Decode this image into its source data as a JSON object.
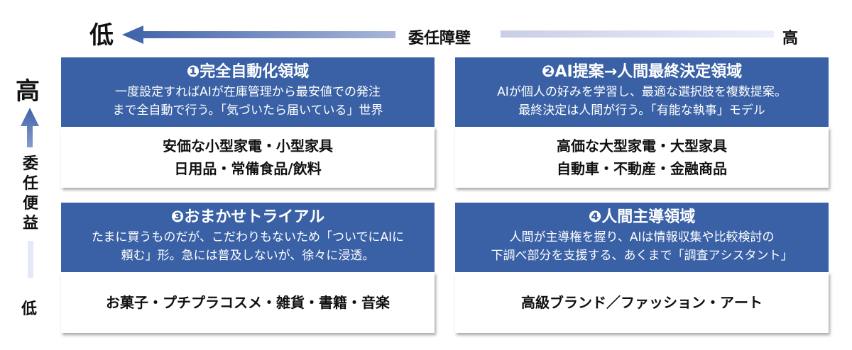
{
  "top_axis": {
    "low": "低",
    "title": "委任障壁",
    "high": "高"
  },
  "left_axis": {
    "high": "高",
    "title": [
      "委",
      "任",
      "便",
      "益"
    ],
    "low": "低"
  },
  "quadrants": [
    {
      "title": "❶完全自動化領域",
      "desc": [
        "一度設定すればAIが在庫管理から最安値での発注",
        "まで全自動で行う。「気づいたら届いている」世界"
      ],
      "items": [
        "安価な小型家電・小型家具",
        "日用品・常備食品/飲料"
      ]
    },
    {
      "title": "❷AI提案→人間最終決定領域",
      "desc": [
        "AIが個人の好みを学習し、最適な選択肢を複数提案。",
        "最終決定は人間が行う。「有能な執事」モデル"
      ],
      "items": [
        "高価な大型家電・大型家具",
        "自動車・不動産・金融商品"
      ]
    },
    {
      "title": "❸おまかせトライアル",
      "desc": [
        "たまに買うものだが、こだわりもないため「ついでにAIに",
        "頼む」形。急には普及しないが、徐々に浸透。"
      ],
      "items": [
        "お菓子・プチプラコスメ・雑貨・書籍・音楽"
      ]
    },
    {
      "title": "❹人間主導領域",
      "desc": [
        "人間が主導権を握り、AIは情報収集や比較検討の",
        "下調べ部分を支援する、あくまで「調査アシスタント」"
      ],
      "items": [
        "高級ブランド／ファッション・アート"
      ]
    }
  ],
  "colors": {
    "header": "#3a61a6",
    "arrow": "#3e62a8",
    "arrow_faint": "#e4e8f8"
  }
}
